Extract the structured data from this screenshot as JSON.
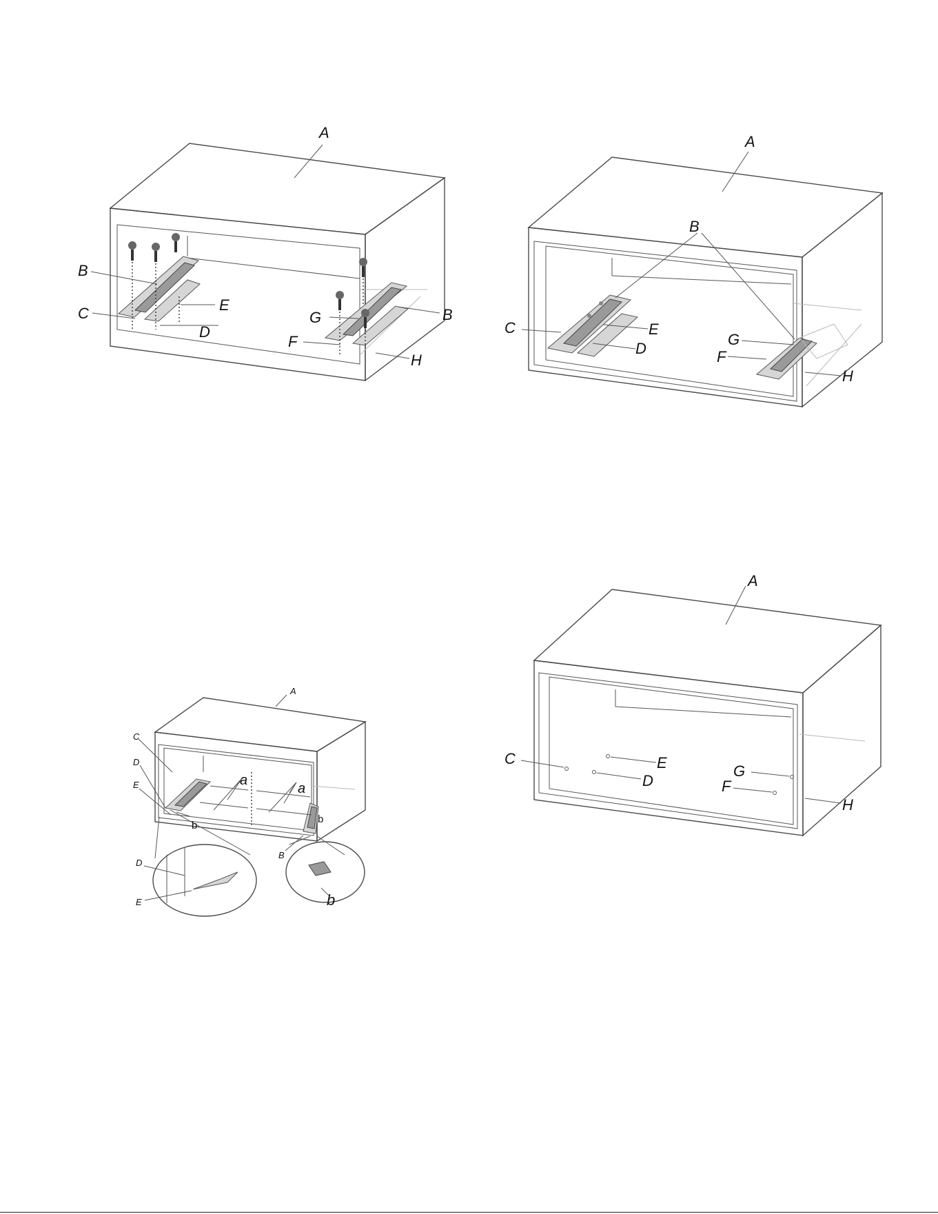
{
  "figure1": {
    "labels": {
      "A": "A",
      "B": "B",
      "B2": "B",
      "C": "C",
      "D": "D",
      "E": "E",
      "F": "F",
      "G": "G",
      "H": "H"
    }
  },
  "figure2": {
    "labels": {
      "A": "A",
      "B": "B",
      "C": "C",
      "D": "D",
      "E": "E",
      "F": "F",
      "G": "G",
      "H": "H"
    }
  },
  "figure3": {
    "labels": {
      "A": "A",
      "B": "B",
      "C": "C",
      "D": "D",
      "E": "E",
      "D2": "D",
      "E2": "E",
      "a1": "a",
      "a2": "a",
      "b1": "b",
      "b2": "b",
      "b3": "b"
    }
  },
  "figure4": {
    "labels": {
      "A": "A",
      "C": "C",
      "D": "D",
      "E": "E",
      "F": "F",
      "G": "G",
      "H": "H"
    }
  }
}
